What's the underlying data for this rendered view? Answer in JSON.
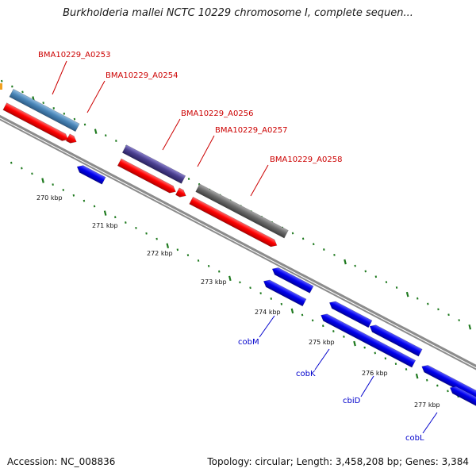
{
  "title": "Burkholderia mallei NCTC 10229 chromosome I, complete sequen...",
  "footer": {
    "accession": "Accession: NC_008836",
    "summary": "Topology: circular; Length: 3,458,208 bp; Genes: 3,384"
  },
  "colors": {
    "backbone": "#8c8c8c",
    "cds_forward": "#ff0000",
    "cds_reverse": "#0000ee",
    "feature_steelblue": "#4a86b8",
    "feature_slateblue": "#4a3f8f",
    "feature_gray": "#6b6b6b",
    "tick": "#1f7a1f",
    "locus_label": "#cc0000",
    "gene_label": "#0000cc"
  },
  "tick_labels": [
    "270 kbp",
    "271 kbp",
    "272 kbp",
    "273 kbp",
    "274 kbp",
    "275 kbp",
    "276 kbp",
    "277 kbp"
  ],
  "locus_labels": [
    "BMA10229_A0253",
    "BMA10229_A0254",
    "BMA10229_A0256",
    "BMA10229_A0257",
    "BMA10229_A0258"
  ],
  "gene_labels": [
    "cobM",
    "cobK",
    "cbiD",
    "cobL"
  ]
}
